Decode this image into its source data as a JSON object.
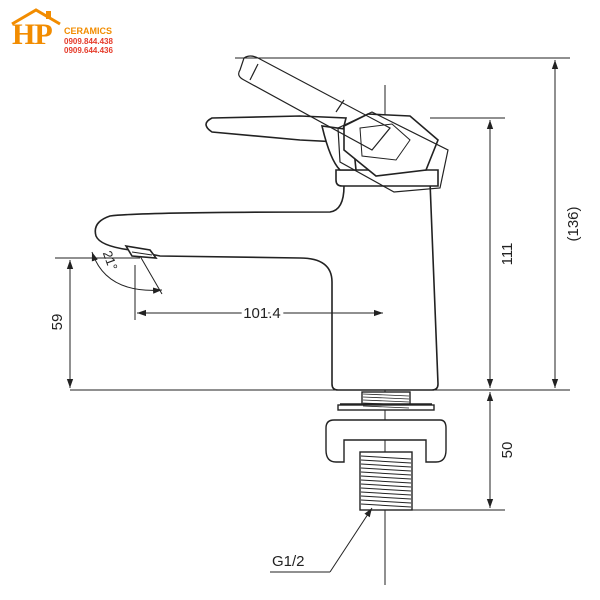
{
  "logo": {
    "mark": "HP",
    "brand": "CERAMICS",
    "phone_1": "0909.844.438",
    "phone_2": "0909.644.436",
    "accent": "#f28c00",
    "phone_color": "#e53b2a"
  },
  "dimensions": {
    "total_height": "(136)",
    "body_height": "111",
    "spout_height": "59",
    "spout_reach": "101.4",
    "shank_length": "50",
    "angle": "21°",
    "thread": "G1/2"
  }
}
